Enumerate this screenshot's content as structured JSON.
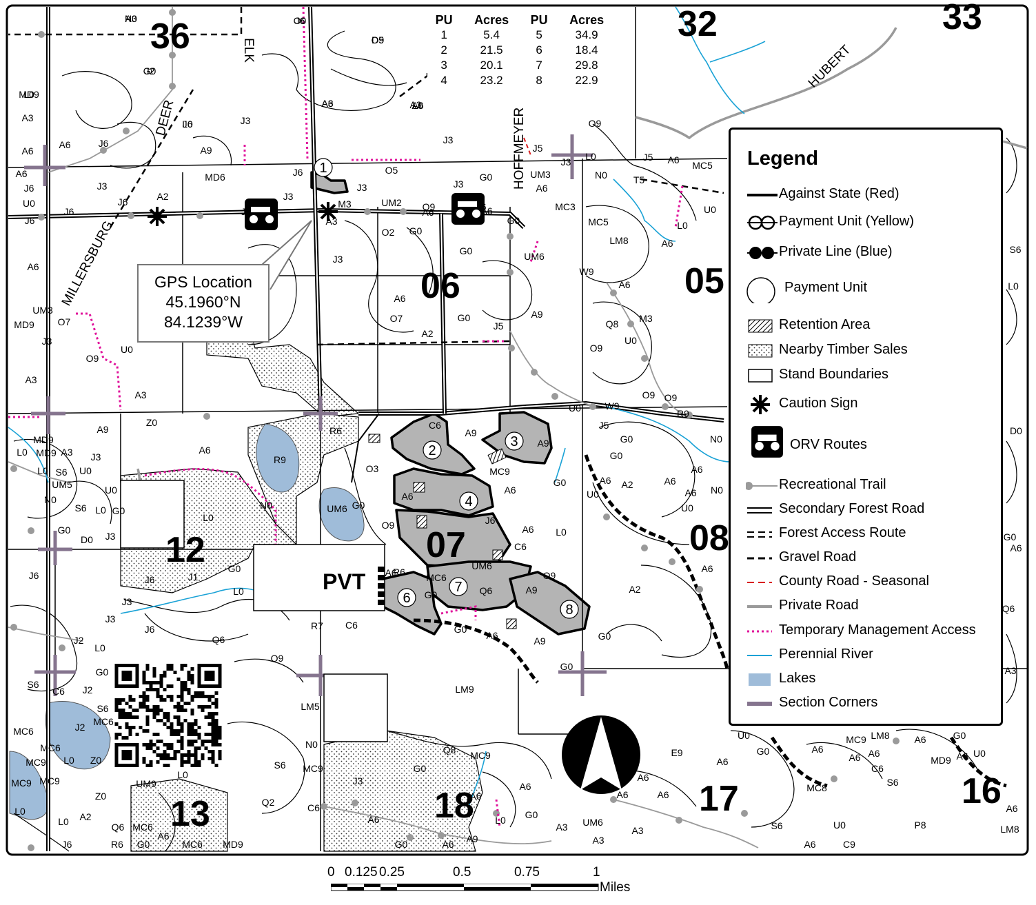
{
  "sections": [
    {
      "label": "36"
    },
    {
      "label": "32"
    },
    {
      "label": "33"
    },
    {
      "label": "06"
    },
    {
      "label": "05"
    },
    {
      "label": "12"
    },
    {
      "label": "07"
    },
    {
      "label": "08"
    },
    {
      "label": "13"
    },
    {
      "label": "18"
    },
    {
      "label": "17"
    },
    {
      "label": "16"
    }
  ],
  "roads": {
    "deer": "DEER",
    "elk": "ELK",
    "millersburg": "MILLERSBURG",
    "hoffmeyer": "HOFFMEYER",
    "hubert": "HUBERT"
  },
  "pu_table": {
    "headers": [
      "PU",
      "Acres",
      "PU",
      "Acres"
    ],
    "rows": [
      [
        "1",
        "5.4",
        "5",
        "34.9"
      ],
      [
        "2",
        "21.5",
        "6",
        "18.4"
      ],
      [
        "3",
        "20.1",
        "7",
        "29.8"
      ],
      [
        "4",
        "23.2",
        "8",
        "22.9"
      ]
    ]
  },
  "payment_units": [
    "1",
    "2",
    "3",
    "4",
    "6",
    "7",
    "8"
  ],
  "pvt_label": "PVT",
  "gps": {
    "title": "GPS Location",
    "lat": "45.1960°N",
    "lon": "84.1239°W"
  },
  "stands": [
    "A3",
    "J6",
    "O9",
    "J2",
    "MD9",
    "A3",
    "A6",
    "J6",
    "J3",
    "A3",
    "J6",
    "A6",
    "A9",
    "A6",
    "J6",
    "J3",
    "J6",
    "U0",
    "J6",
    "J6",
    "J6",
    "A6",
    "A2",
    "A6",
    "UM3",
    "MD9",
    "O7",
    "J3",
    "A3",
    "O9",
    "U0",
    "A3",
    "MD6",
    "J3",
    "J3",
    "J2",
    "M3",
    "A3",
    "J3",
    "UM2",
    "O5",
    "A6",
    "A6",
    "J3",
    "A3",
    "O9",
    "O2",
    "G0",
    "J3",
    "A6",
    "G0",
    "G0",
    "UM3",
    "A6",
    "MC3",
    "G0",
    "UM6",
    "A6",
    "O7",
    "G0",
    "A2",
    "J5",
    "A9",
    "O9",
    "J5",
    "J3",
    "L0",
    "J5",
    "A6",
    "MC5",
    "T5",
    "N0",
    "L0",
    "U0",
    "A6",
    "MC5",
    "LM8",
    "W9",
    "A6",
    "Q8",
    "M3",
    "U0",
    "O9",
    "O9",
    "O9",
    "R9",
    "U0",
    "W9",
    "J5",
    "G0",
    "N0",
    "G0",
    "A6",
    "A2",
    "N0",
    "U0",
    "A6",
    "A6",
    "U0",
    "A6",
    "A6",
    "G0",
    "L0",
    "C6",
    "A6",
    "A2",
    "C6",
    "A9",
    "A9",
    "R6",
    "MC9",
    "O3",
    "A6",
    "O9",
    "A6",
    "UM6",
    "G0",
    "R9",
    "A6",
    "N0",
    "L0",
    "Z0",
    "A9",
    "MD9",
    "MD9",
    "A3",
    "J3",
    "U0",
    "L0",
    "S6",
    "L0",
    "UM5",
    "N0",
    "U0",
    "S6",
    "L0",
    "G0",
    "G0",
    "D0",
    "J3",
    "J6",
    "J6",
    "J1",
    "G0",
    "L0",
    "J3",
    "J3",
    "J6",
    "Q6",
    "J2",
    "L0",
    "G0",
    "S6",
    "C6",
    "J2",
    "S6",
    "MC6",
    "J2",
    "MC6",
    "MC6",
    "MC9",
    "L0",
    "Z0",
    "MC9",
    "MC9",
    "L0",
    "L0",
    "A2",
    "Z0",
    "UM9",
    "L0",
    "Q6",
    "MC6",
    "G0",
    "A6",
    "MC6",
    "MD9",
    "J6",
    "R6",
    "A6",
    "R6",
    "MC6",
    "UM6",
    "J6",
    "Q6",
    "A9",
    "O9",
    "G0",
    "G0",
    "A6",
    "A9",
    "G0",
    "G0",
    "R7",
    "O9",
    "LM5",
    "LM9",
    "C6",
    "N0",
    "MC9",
    "S6",
    "Q2",
    "C6",
    "J3",
    "G0",
    "Q8",
    "MC9",
    "A6",
    "A6",
    "G0",
    "A6",
    "A9",
    "A6",
    "L0",
    "G0",
    "A3",
    "A3",
    "A3",
    "UM6",
    "A6",
    "A6",
    "A6",
    "S6",
    "E9",
    "A6",
    "G0",
    "U0",
    "A6",
    "MC9",
    "A6",
    "C6",
    "S6",
    "LM8",
    "A6",
    "MC8",
    "U0",
    "A6",
    "C9",
    "P8",
    "MD9",
    "G0",
    "A6",
    "A6",
    "U0",
    "A6",
    "LM8",
    "LM9",
    "A3",
    "Q6",
    "A6",
    "G0",
    "D0",
    "L0",
    "S6",
    "N0",
    "O0",
    "D5",
    "G0",
    "L0",
    "A6",
    "L0",
    "L0"
  ],
  "legend": {
    "title": "Legend",
    "items": [
      {
        "label": "Against State (Red)"
      },
      {
        "label": "Payment Unit (Yellow)"
      },
      {
        "label": "Private Line (Blue)"
      },
      {
        "label": "Payment Unit"
      },
      {
        "label": "Retention Area"
      },
      {
        "label": "Nearby Timber Sales"
      },
      {
        "label": "Stand Boundaries"
      },
      {
        "label": "Caution Sign"
      },
      {
        "label": "ORV Routes"
      },
      {
        "label": "Recreational Trail"
      },
      {
        "label": "Secondary Forest Road"
      },
      {
        "label": "Forest Access Route"
      },
      {
        "label": "Gravel Road"
      },
      {
        "label": "County Road - Seasonal"
      },
      {
        "label": "Private Road"
      },
      {
        "label": "Temporary Management Access"
      },
      {
        "label": "Perennial River"
      },
      {
        "label": "Lakes"
      },
      {
        "label": "Section Corners"
      }
    ]
  },
  "scale": {
    "ticks": [
      "0",
      "0.125",
      "0.25",
      "0.5",
      "0.75",
      "1"
    ],
    "units": "Miles"
  },
  "colors": {
    "lake": "#9fbcd9",
    "river": "#1aa2d6",
    "tma": "#e0149b",
    "pu_fill": "#b4b4b4",
    "section_corner": "#85748e",
    "trail": "#9a9a9a",
    "county_seasonal": "#d92020"
  },
  "icons": {
    "north_arrow": "north-arrow-icon",
    "orv": "orv-icon",
    "caution": "caution-sign-icon",
    "qr": "qr-code-icon"
  }
}
